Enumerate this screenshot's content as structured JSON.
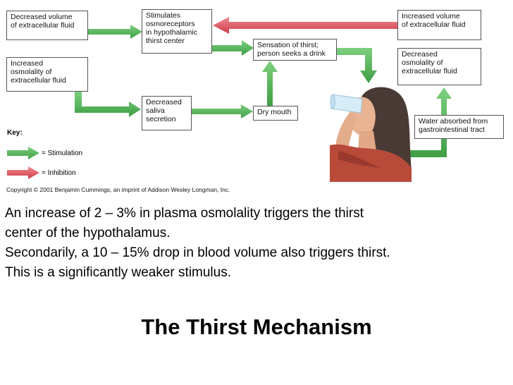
{
  "diagram": {
    "boxes": {
      "decreased_volume": "Decreased volume\nof extracellular fluid",
      "increased_osmolality": "Increased\nosmolality of\nextracellular fluid",
      "stimulates_osmoreceptors": "Stimulates\nosmoreceptors\nin hypothalamic\nthirst center",
      "decreased_saliva": "Decreased\nsaliva\nsecretion",
      "sensation_of_thirst": "Sensation of thirst;\nperson seeks a drink",
      "dry_mouth": "Dry mouth",
      "increased_volume": "Increased volume\nof extracellular fluid",
      "decreased_osmolality": "Decreased\nosmolality of\nextracellular fluid",
      "water_absorbed": "Water absorbed from\ngastrointestinal tract"
    },
    "key": {
      "title": "Key:",
      "stimulation": "= Stimulation",
      "inhibition": "= Inhibition"
    },
    "copyright": "Copyright © 2001 Benjamin Cummings, an imprint of Addison Wesley Longman, Inc.",
    "colors": {
      "stimulation": "#4caf50",
      "inhibition": "#e05a64"
    }
  },
  "text": {
    "line1": "An increase of 2 – 3% in plasma osmolality triggers the thirst",
    "line2": "center of the hypothalamus.",
    "line3": "Secondarily, a 10 – 15% drop in blood volume also triggers thirst.",
    "line4": "This is a significantly weaker stimulus."
  },
  "title": "The Thirst Mechanism"
}
